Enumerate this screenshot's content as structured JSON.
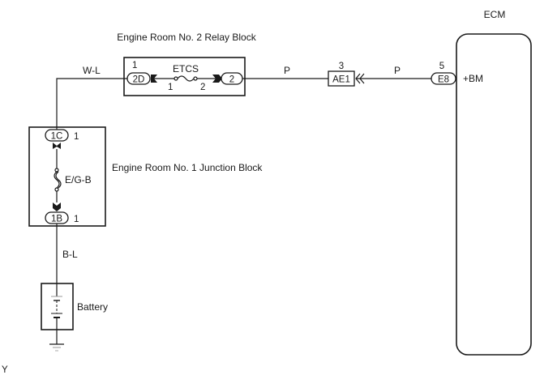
{
  "ecm": {
    "title": "ECM",
    "terminal_label": "+BM",
    "pin": "5",
    "connector": "E8"
  },
  "relay_block": {
    "title": "Engine Room No. 2 Relay Block",
    "fuse_label": "ETCS",
    "left_pin": "1",
    "left_connector": "2D",
    "right_connector": "2",
    "fuse_pin_left": "1",
    "fuse_pin_right": "2"
  },
  "junction_block": {
    "title": "Engine Room No. 1 Junction Block",
    "fuse_label": "E/G-B",
    "top_connector": "1C",
    "top_pin": "1",
    "bottom_connector": "1B",
    "bottom_pin": "1"
  },
  "junction_connector": {
    "pin": "3",
    "connector": "AE1"
  },
  "wires": {
    "relay_to_junction": "W-L",
    "relay_to_ae1": "P",
    "ae1_to_ecm": "P",
    "junction_to_battery": "B-L"
  },
  "battery": {
    "label": "Battery"
  },
  "corner_mark": "Y"
}
